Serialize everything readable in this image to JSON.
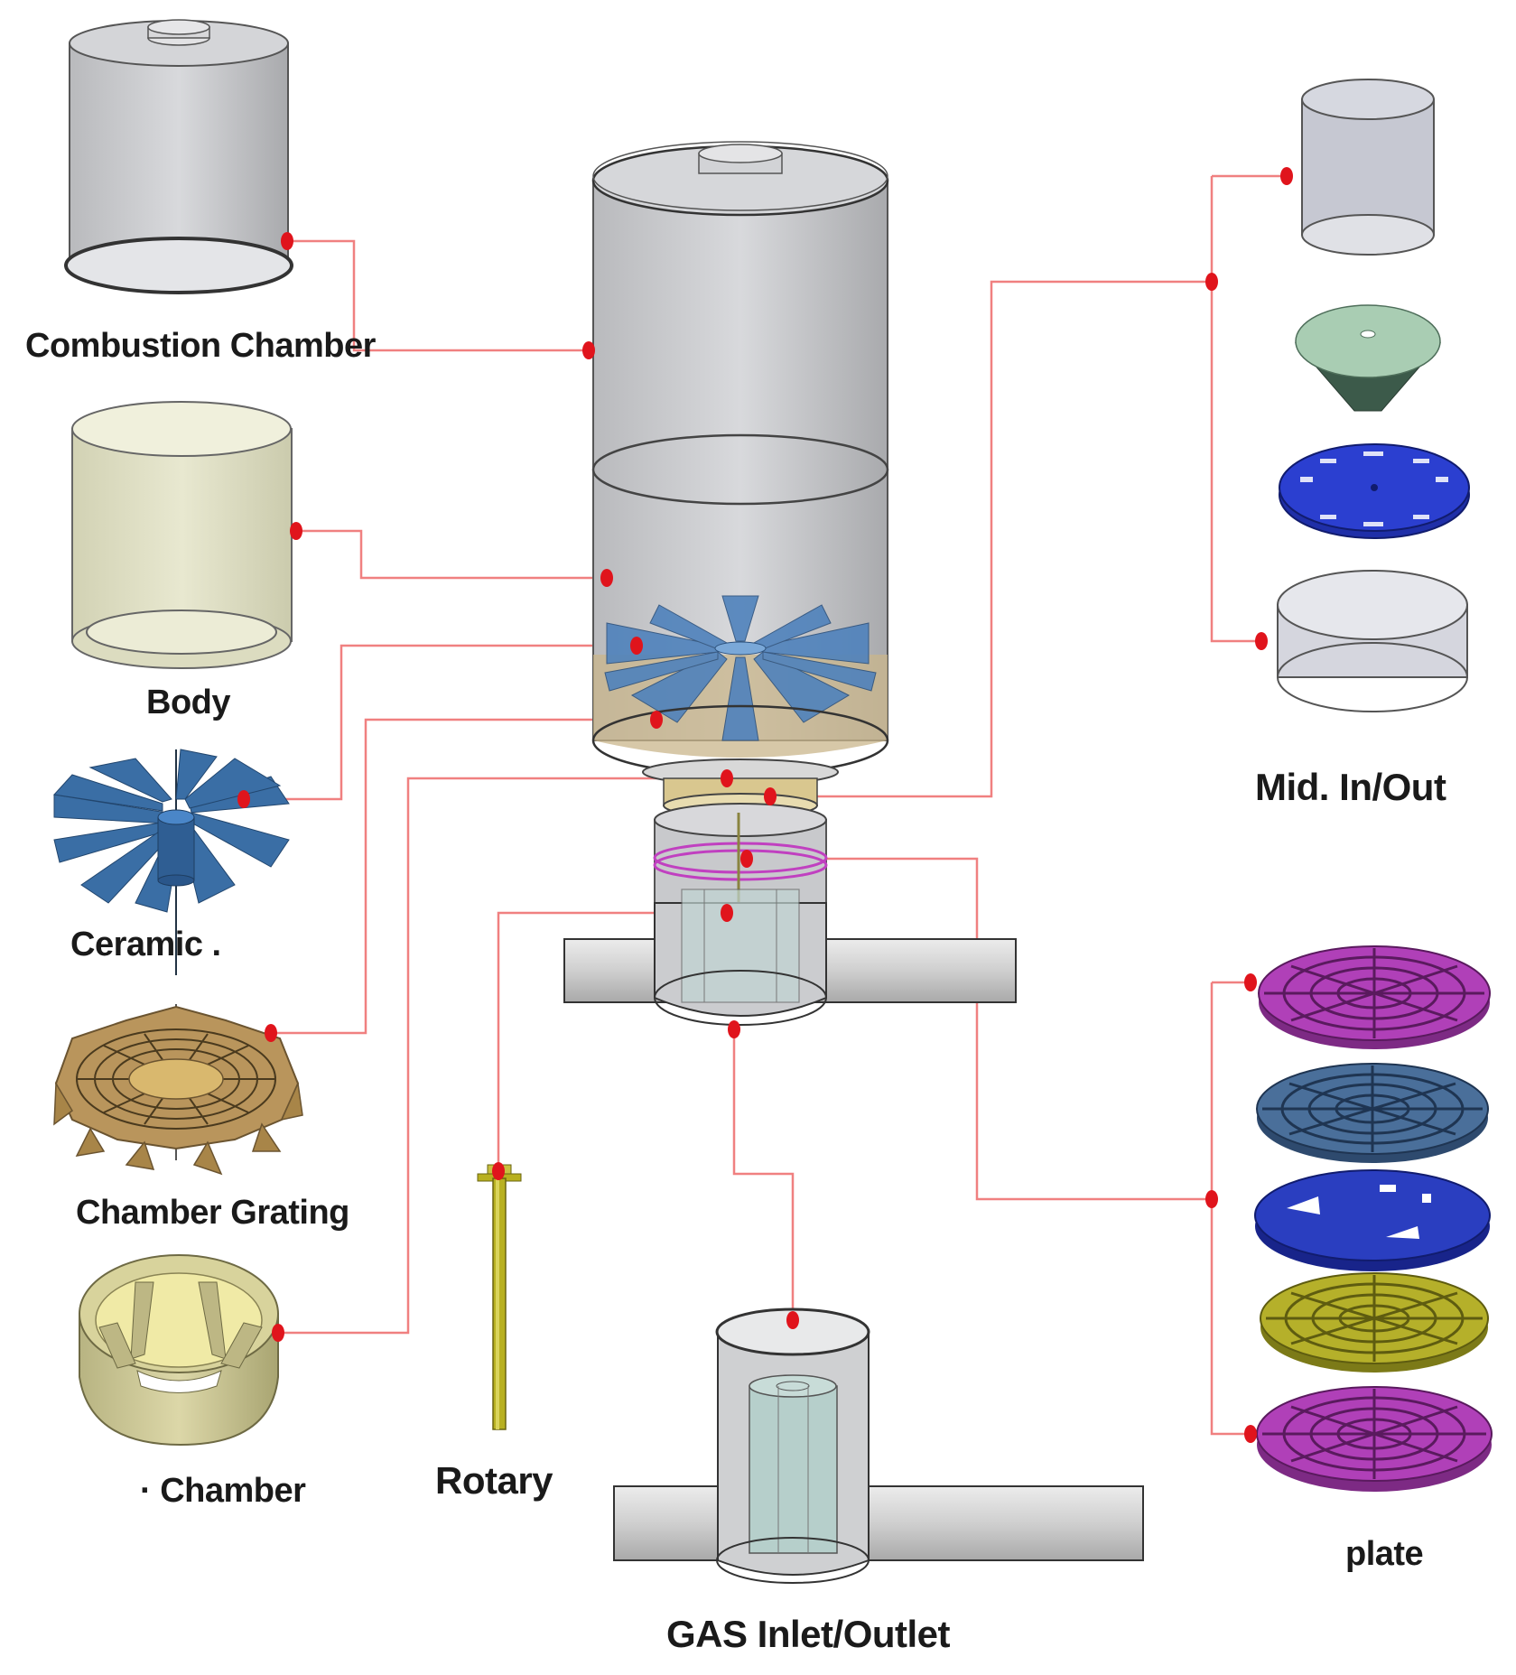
{
  "labels": {
    "combustion_chamber": "Combustion Chamber",
    "body": "Body",
    "ceramic": "Ceramic .",
    "chamber_grating": "Chamber Grating",
    "chamber": "· Chamber",
    "rotary": "Rotary",
    "gas": "GAS Inlet/Outlet",
    "mid": "Mid. In/Out",
    "plate": "plate"
  },
  "colors": {
    "connector": "#f08080",
    "dot": "#e0141c",
    "glass": "#c9cacd",
    "body_tan": "#e0e0c4",
    "ceramic_blue": "#3a6ea5",
    "grating_tan": "#b9955c",
    "rotary_olive": "#b8b020",
    "plate_magenta": "#b040b8",
    "plate_steel": "#4a6f9a",
    "plate_blue": "#2a3ec0",
    "plate_olive": "#b5b02a",
    "cone_green": "#a9cdb3",
    "disk_blue": "#2b3fd0"
  }
}
